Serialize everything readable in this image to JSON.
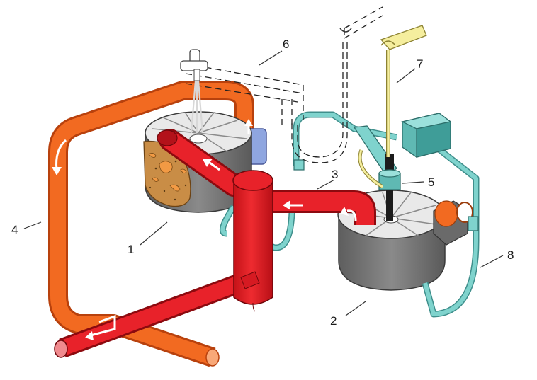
{
  "callouts": {
    "c1": "1",
    "c2": "2",
    "c3": "3",
    "c4": "4",
    "c5": "5",
    "c6": "6",
    "c7": "7",
    "c8": "8"
  },
  "colors": {
    "hot_pipe": "#e8222a",
    "cold_pipe": "#f26a21",
    "machine_body": "#707070",
    "teal_line": "#6fc7c1",
    "yellow_line": "#f5ee9e",
    "blue_tank": "#8fa6e0",
    "ore": "#c98d46"
  },
  "icons": [
    "flow-arrow-icon",
    "spray-nozzle-icon",
    "motor-housing-icon"
  ]
}
